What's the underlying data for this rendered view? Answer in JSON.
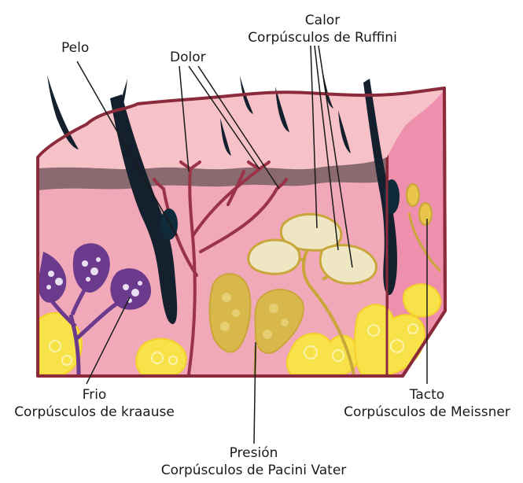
{
  "labels": {
    "hair": "Pelo",
    "pain": "Dolor",
    "heat_title": "Calor",
    "heat_receptor": "Corpúsculos de Ruffini",
    "cold_title": "Frio",
    "cold_receptor": "Corpúsculos de kraause",
    "pressure_title": "Presión",
    "pressure_receptor": "Corpúsculos de Pacini Vater",
    "touch_title": "Tacto",
    "touch_receptor": "Corpúsculos de Meissner"
  },
  "colors": {
    "outline": "#8b2a3a",
    "epidermis": "#f6c2c8",
    "dermis_band": "#8a6a70",
    "dermis": "#f1a8b8",
    "side": "#ee8fae",
    "fat": "#f7e24a",
    "nerve": "#9a3348",
    "hair": "#14202e",
    "krause": "#6b3a8c",
    "pacini": "#d8b84a",
    "ruffini": "#efe6c4",
    "meissner": "#e8c44a"
  }
}
